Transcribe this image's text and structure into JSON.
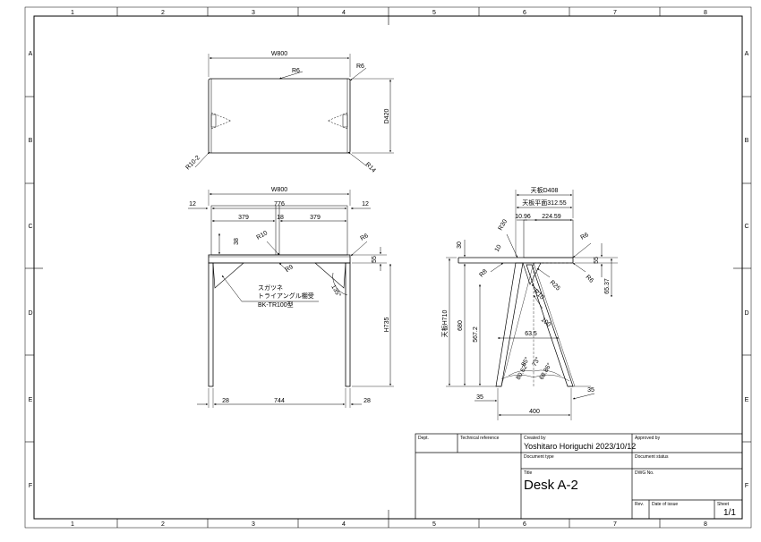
{
  "border": {
    "columns": [
      "1",
      "2",
      "3",
      "4",
      "5",
      "6",
      "7",
      "8"
    ],
    "rows": [
      "A",
      "B",
      "C",
      "D",
      "E",
      "F"
    ]
  },
  "top_view": {
    "width_label": "W800",
    "depth_label": "D420",
    "radius_top_left": "R6",
    "radius_top_right": "R6",
    "radius_bottom_left": "R10-2",
    "radius_bottom_right": "R14"
  },
  "front_view": {
    "width_label": "W800",
    "span_776": "776",
    "side_12_left": "12",
    "side_12_right": "12",
    "seg_379_left": "379",
    "seg_18": "18",
    "seg_379_right": "379",
    "dim_38": "38",
    "r10": "R10",
    "r6": "R6",
    "r9": "R9",
    "dim_55": "55",
    "angle_135": "135°",
    "height_label": "H735",
    "leg_28_left": "28",
    "span_744": "744",
    "leg_28_right": "28",
    "note_lines": [
      "スガツネ",
      "トライアングル棚受",
      "BK-TR100型"
    ]
  },
  "side_view": {
    "top_depth": "天板D408",
    "top_plane": "天板平面312.55",
    "dim_10_96": "10.96",
    "dim_224_59": "224.59",
    "r30": "R30",
    "r6_top": "R6",
    "dim_10": "10",
    "r8_left": "R8",
    "r25": "R25",
    "r6_right": "R6",
    "r10": "R10",
    "dim_30": "30",
    "dim_55": "55",
    "dim_65_37": "65.37",
    "height_top": "天板H710",
    "dim_680": "680",
    "dim_567_2": "567.2",
    "dim_100": "100",
    "dim_63_5": "63.5",
    "angle_85": "85°",
    "angle_73": "73°",
    "angle_80_62": "80.62°",
    "angle_68_86": "68.86°",
    "foot_35_left": "35",
    "foot_35_right": "35",
    "base_400": "400"
  },
  "title_block": {
    "dept_label": "Dept.",
    "tech_ref_label": "Technical reference",
    "created_by_label": "Created by",
    "created_by_value": "Yoshitaro Horiguchi",
    "created_date": "2023/10/12",
    "approved_by_label": "Approved by",
    "doc_type_label": "Document type",
    "doc_status_label": "Document status",
    "title_label": "Title",
    "title_value": "Desk A-2",
    "dwg_no_label": "DWG No.",
    "rev_label": "Rev.",
    "date_issue_label": "Date of issue",
    "sheet_label": "Sheet",
    "sheet_value": "1/1"
  }
}
